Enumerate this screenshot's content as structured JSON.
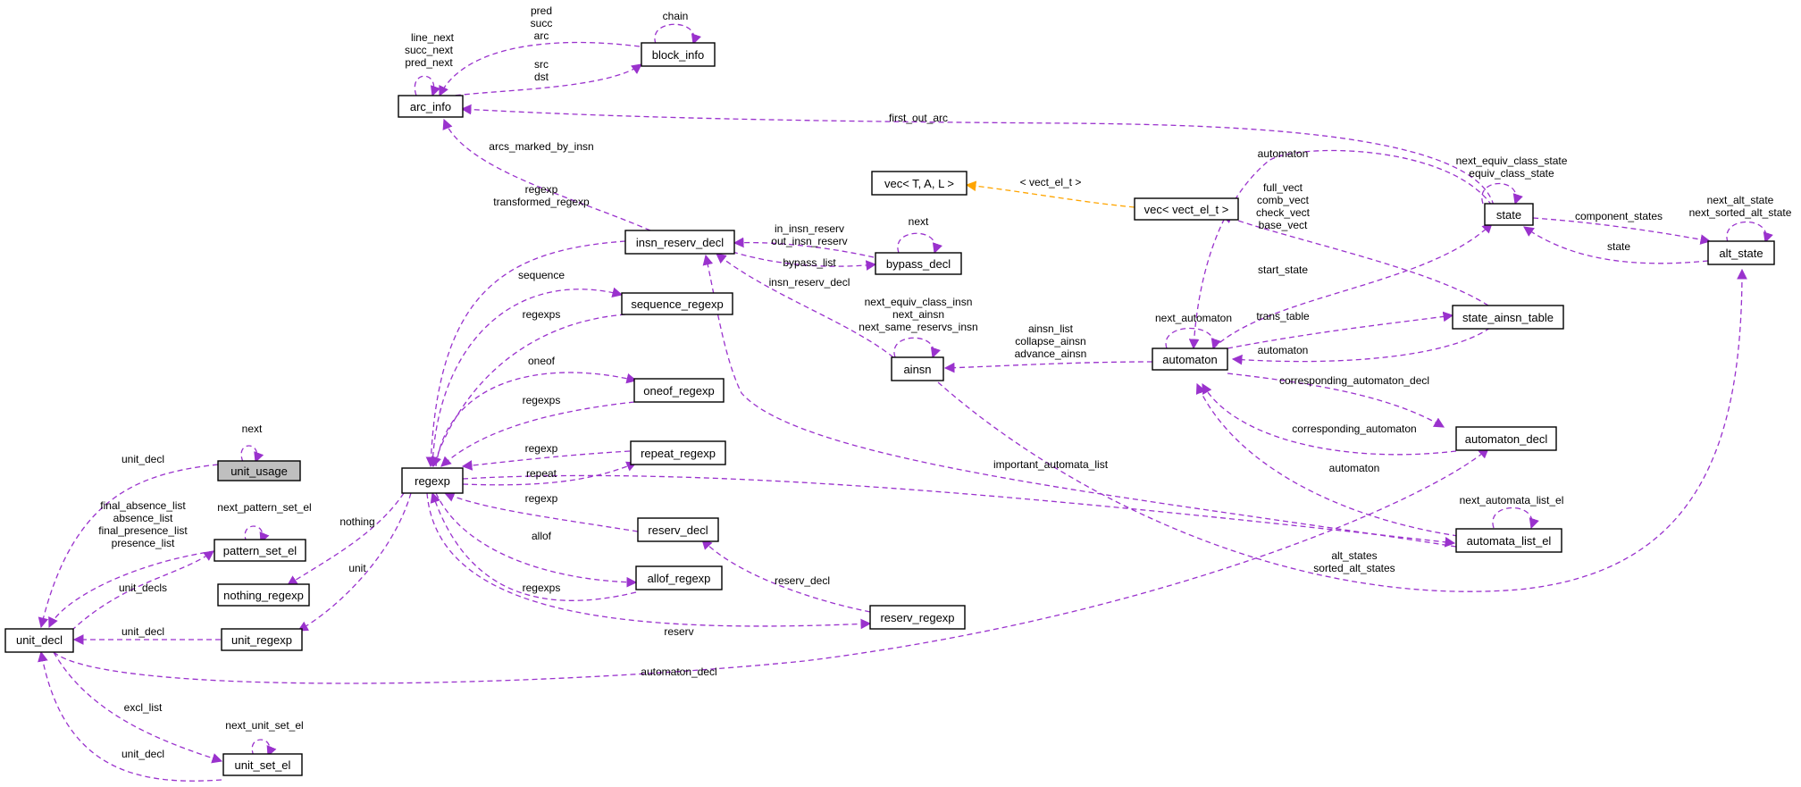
{
  "colors": {
    "usage_edge": "#9a32cd",
    "template_edge": "#ffa500",
    "focus_fill": "#bfbfbf",
    "node_fill": "#ffffff"
  },
  "nodes": {
    "unit_usage": "unit_usage",
    "unit_decl": "unit_decl",
    "pattern_set_el": "pattern_set_el",
    "nothing_regexp": "nothing_regexp",
    "unit_regexp": "unit_regexp",
    "unit_set_el": "unit_set_el",
    "regexp": "regexp",
    "arc_info": "arc_info",
    "block_info": "block_info",
    "insn_reserv_decl": "insn_reserv_decl",
    "sequence_regexp": "sequence_regexp",
    "oneof_regexp": "oneof_regexp",
    "repeat_regexp": "repeat_regexp",
    "reserv_decl": "reserv_decl",
    "allof_regexp": "allof_regexp",
    "reserv_regexp": "reserv_regexp",
    "vec_tal": "vec< T, A, L >",
    "vec_vect": "vec< vect_el_t >",
    "bypass_decl": "bypass_decl",
    "ainsn": "ainsn",
    "automaton": "automaton",
    "state_ainsn_table": "state_ainsn_table",
    "state": "state",
    "alt_state": "alt_state",
    "automaton_decl": "automaton_decl",
    "automata_list_el": "automata_list_el"
  },
  "labels": {
    "next": "next",
    "unit_decl": "unit_decl",
    "final_absence_list": "final_absence_list",
    "absence_list": "absence_list",
    "final_presence_list": "final_presence_list",
    "presence_list": "presence_list",
    "next_pattern_set_el": "next_pattern_set_el",
    "unit_decls": "unit_decls",
    "unit_decl_2": "unit_decl",
    "excl_list": "excl_list",
    "next_unit_set_el": "next_unit_set_el",
    "unit_decl_3": "unit_decl",
    "nothing": "nothing",
    "unit": "unit",
    "line_next": "line_next",
    "succ_next": "succ_next",
    "pred_next": "pred_next",
    "pred": "pred",
    "succ": "succ",
    "arc": "arc",
    "chain": "chain",
    "src": "src",
    "dst": "dst",
    "first_out_arc": "first_out_arc",
    "arcs_marked_by_insn": "arcs_marked_by_insn",
    "regexp": "regexp",
    "transformed_regexp": "transformed_regexp",
    "sequence": "sequence",
    "regexps_1": "regexps",
    "oneof": "oneof",
    "regexps_2": "regexps",
    "regexp_2": "regexp",
    "repeat": "repeat",
    "regexp_3": "regexp",
    "allof": "allof",
    "regexps_3": "regexps",
    "reserv": "reserv",
    "reserv_decl": "reserv_decl",
    "automaton_decl": "automaton_decl",
    "important_automata_list": "important_automata_list",
    "vect_el_t": "< vect_el_t >",
    "in_insn_reserv": "in_insn_reserv",
    "out_insn_reserv": "out_insn_reserv",
    "bypass_list": "bypass_list",
    "next_2": "next",
    "insn_reserv_decl": "insn_reserv_decl",
    "next_equiv_class_insn": "next_equiv_class_insn",
    "next_ainsn": "next_ainsn",
    "next_same_reservs_insn": "next_same_reservs_insn",
    "ainsn_list": "ainsn_list",
    "collapse_ainsn": "collapse_ainsn",
    "advance_ainsn": "advance_ainsn",
    "automaton_1": "automaton",
    "next_equiv_class_state": "next_equiv_class_state",
    "equiv_class_state": "equiv_class_state",
    "full_vect": "full_vect",
    "comb_vect": "comb_vect",
    "check_vect": "check_vect",
    "base_vect": "base_vect",
    "start_state": "start_state",
    "next_automaton": "next_automaton",
    "trans_table": "trans_table",
    "automaton_2": "automaton",
    "corresponding_automaton_decl": "corresponding_automaton_decl",
    "corresponding_automaton": "corresponding_automaton",
    "automaton_3": "automaton",
    "next_automata_list_el": "next_automata_list_el",
    "alt_states": "alt_states",
    "sorted_alt_states": "sorted_alt_states",
    "component_states": "component_states",
    "state": "state",
    "next_alt_state": "next_alt_state",
    "next_sorted_alt_state": "next_sorted_alt_state"
  }
}
